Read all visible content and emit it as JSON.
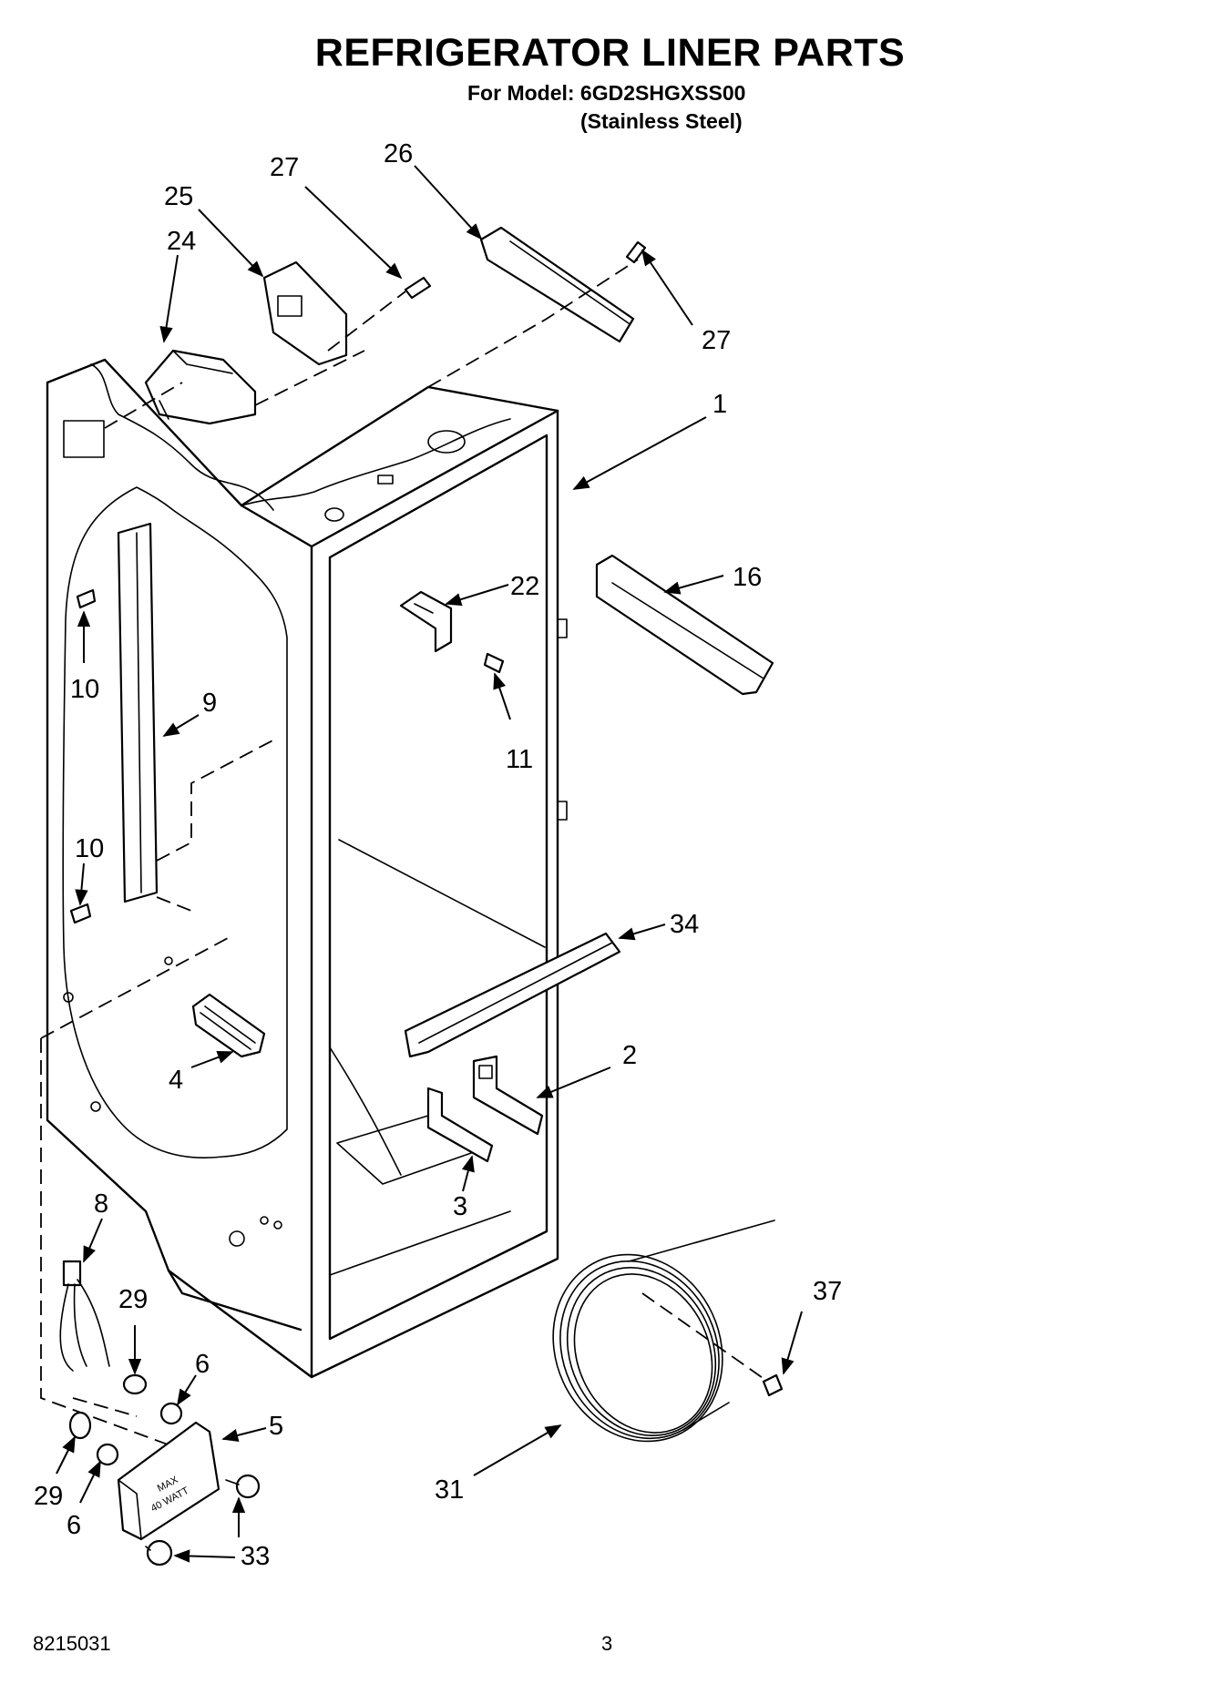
{
  "header": {
    "title": "REFRIGERATOR LINER PARTS",
    "model_line": "For Model: 6GD2SHGXSS00",
    "finish_line": "(Stainless Steel)"
  },
  "footer": {
    "doc_number": "8215031",
    "page_number": "3"
  },
  "bulb_marking": {
    "line1": "MAX",
    "line2": "40 WATT"
  },
  "callouts": [
    "27",
    "26",
    "25",
    "24",
    "27",
    "1",
    "22",
    "16",
    "10",
    "9",
    "11",
    "10",
    "34",
    "4",
    "2",
    "3",
    "8",
    "29",
    "6",
    "37",
    "5",
    "29",
    "6",
    "31",
    "33"
  ]
}
